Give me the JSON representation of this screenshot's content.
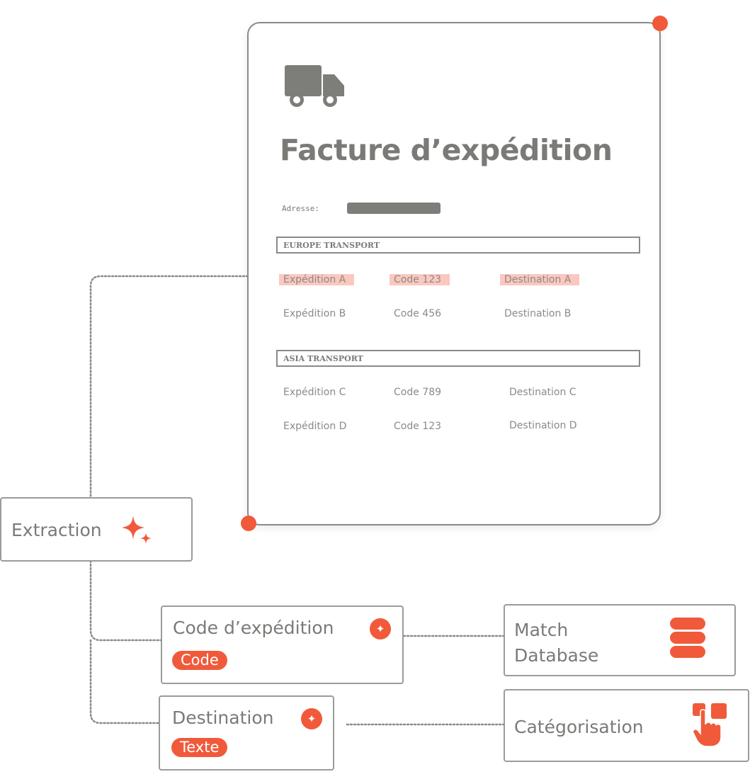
{
  "invoice": {
    "title": "Facture d’expédition",
    "address_label": "Adresse:",
    "sections": [
      {
        "heading": "EUROPE TRANSPORT",
        "rows": [
          {
            "shipment": "Expédition A",
            "code": "Code 123",
            "destination": "Destination A",
            "highlighted": true
          },
          {
            "shipment": "Expédition B",
            "code": "Code 456",
            "destination": "Destination B",
            "highlighted": false
          }
        ]
      },
      {
        "heading": "ASIA TRANSPORT",
        "rows": [
          {
            "shipment": "Expédition C",
            "code": "Code 789",
            "destination": "Destination C",
            "highlighted": false
          },
          {
            "shipment": "Expédition D",
            "code": "Code 123",
            "destination": "Destination D",
            "highlighted": false
          }
        ]
      }
    ]
  },
  "extraction": {
    "label": "Extraction",
    "icon": "sparkle-icon"
  },
  "fields": [
    {
      "label": "Code d’expédition",
      "tag": "Code",
      "icon": "sparkle-badge-icon"
    },
    {
      "label": "Destination",
      "tag": "Texte",
      "icon": "sparkle-badge-icon"
    }
  ],
  "actions": [
    {
      "label": "Match Database",
      "icon": "database-icon"
    },
    {
      "label": "Catégorisation",
      "icon": "hand-pointer-icon"
    }
  ],
  "colors": {
    "accent": "#f05a3a",
    "highlight": "#fbc8c0",
    "text": "#7a7a77",
    "border": "#9b9b98"
  }
}
